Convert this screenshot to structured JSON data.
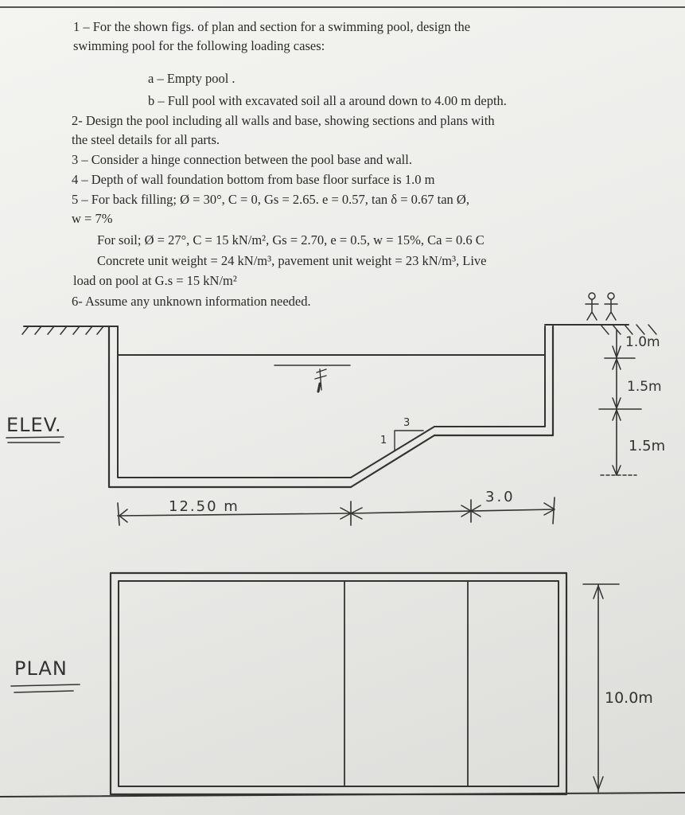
{
  "problem": {
    "q1_line1": "1 – For the shown figs. of plan and section for a  swimming pool, design the",
    "q1_line2": "swimming pool for the following loading cases:",
    "case_a": "a – Empty pool .",
    "case_b": "b – Full pool with excavated soil all a  around down to 4.00 m depth.",
    "q2_line1": "2- Design the pool including all walls and base,  showing  sections and plans with",
    "q2_line2": "the steel details for all parts.",
    "q3": "3 – Consider  a hinge  connection between the pool base and wall.",
    "q4": "4 – Depth of wall foundation bottom from base floor surface is 1.0 m",
    "q5_line1": "5 – For back filling;  Ø = 30°, C = 0, Gs = 2.65. e = 0.57,  tan δ = 0.67 tan Ø,",
    "q5_line2": "w = 7%",
    "soil_line": "For soil;  Ø = 27°, C = 15 kN/m², Gs = 2.70,  e = 0.5,  w = 15%, Ca = 0.6 C",
    "concrete_line": "Concrete unit weight = 24 kN/m³,  pavement unit weight = 23 kN/m³, Live",
    "live_load_line": "load on pool at  G.s = 15 kN/m²",
    "q6": "6- Assume any unknown information needed."
  },
  "elevation": {
    "label": "ELEV.",
    "dim_top": "1.0m",
    "dim_mid": "1.5m",
    "dim_bottom": "1.5m",
    "dim_length_left": "12.50 m",
    "dim_length_right": "3.0",
    "slope_vertical": "1",
    "slope_horizontal": "3"
  },
  "plan": {
    "label": "PLAN",
    "dim_width": "10.0m"
  },
  "colors": {
    "ink": "#2a2a2a",
    "pencil": "#333333",
    "paper": "#ececea"
  }
}
